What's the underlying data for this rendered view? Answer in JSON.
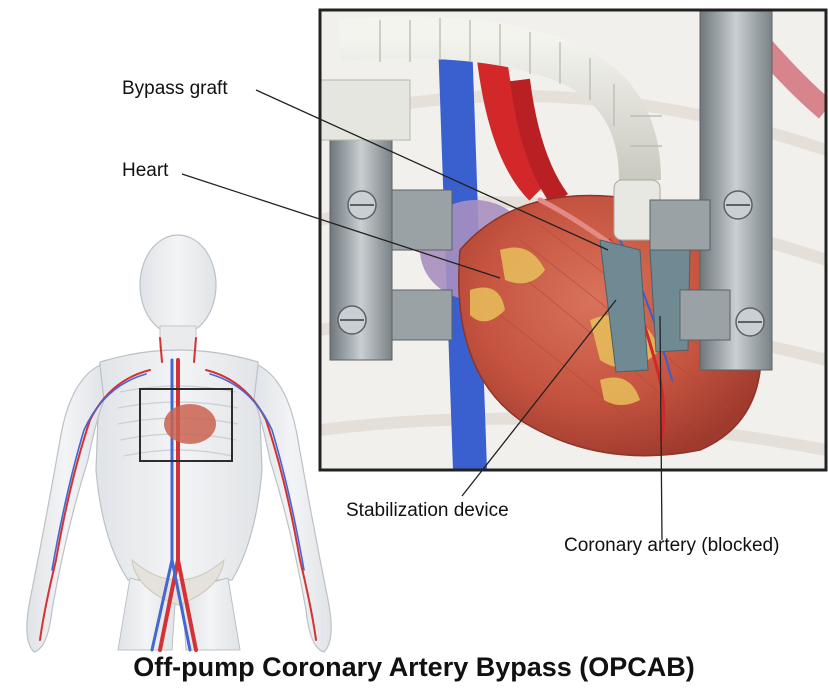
{
  "title": "Off-pump Coronary Artery Bypass (OPCAB)",
  "labels": {
    "bypass_graft": "Bypass graft",
    "heart": "Heart",
    "stabilization_device": "Stabilization device",
    "coronary_artery": "Coronary artery (blocked)"
  },
  "colors": {
    "artery_red": "#d2282a",
    "vein_blue": "#3a5fcf",
    "heart_muscle": "#c85a45",
    "fat_yellow": "#e8c05a",
    "device_gray": "#8c9599"
  }
}
